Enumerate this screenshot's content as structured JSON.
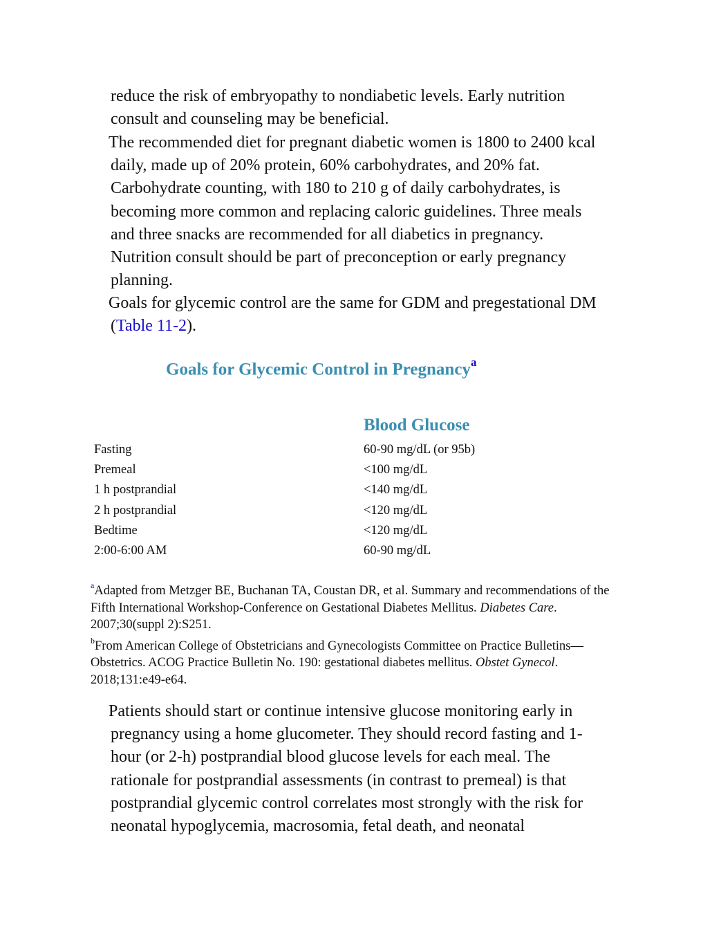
{
  "para1": {
    "lines": [
      "reduce the risk of embryopathy to nondiabetic levels. Early nutrition",
      "consult and counseling may be beneficial."
    ]
  },
  "para2": {
    "lines": [
      "The recommended diet for pregnant diabetic women is 1800 to 2400 kcal",
      "daily, made up of 20% protein, 60% carbohydrates, and 20% fat.",
      "Carbohydrate counting, with 180 to 210 g of daily carbohydrates, is",
      "becoming more common and replacing caloric guidelines. Three meals",
      "and three snacks are recommended for all diabetics in pregnancy.",
      "Nutrition consult should be part of preconception or early pregnancy",
      "planning."
    ]
  },
  "para3": {
    "line1": "Goals for glycemic control are the same for GDM and pregestational DM",
    "open_paren": "(",
    "table_link": "Table 11-2",
    "close": ")."
  },
  "table": {
    "title": "Goals for Glycemic Control in Pregnancy",
    "title_note": "a",
    "column_header": "Blood Glucose",
    "rows": [
      {
        "label": "Fasting",
        "value": "60-90 mg/dL (or 95b)"
      },
      {
        "label": "Premeal",
        "value": "<100 mg/dL"
      },
      {
        "label": "1 h postprandial",
        "value": "<140 mg/dL"
      },
      {
        "label": "2 h postprandial",
        "value": "<120 mg/dL"
      },
      {
        "label": "Bedtime",
        "value": "<120 mg/dL"
      },
      {
        "label": "2:00-6:00 AM",
        "value": "60-90 mg/dL"
      }
    ]
  },
  "footnotes": {
    "a": {
      "marker": "a",
      "line1": "Adapted from Metzger BE, Buchanan TA, Coustan DR, et al. Summary and recommendations of the",
      "line2_text": "Fifth International Workshop-Conference on Gestational Diabetes Mellitus. ",
      "line2_journal": "Diabetes Care",
      "line2_end": ".",
      "line3": "2007;30(suppl 2):S251."
    },
    "b": {
      "marker": "b",
      "line1": "From American College of Obstetricians and Gynecologists Committee on Practice Bulletins—",
      "line2_text": "Obstetrics. ACOG Practice Bulletin No. 190: gestational diabetes mellitus. ",
      "line2_journal": "Obstet Gynecol",
      "line2_end": ".",
      "line3": "2018;131:e49-e64."
    }
  },
  "para4": {
    "lines": [
      "Patients should start or continue intensive glucose monitoring early in",
      "pregnancy using a home glucometer. They should record fasting and 1-",
      "hour (or 2-h) postprandial blood glucose levels for each meal. The",
      "rationale for postprandial assessments (in contrast to premeal) is that",
      "postprandial glycemic control correlates most strongly with the risk for",
      "neonatal hypoglycemia, macrosomia, fetal death, and neonatal"
    ]
  },
  "colors": {
    "heading": "#3a8fb0",
    "link": "#1a0dcc",
    "text": "#111111"
  }
}
